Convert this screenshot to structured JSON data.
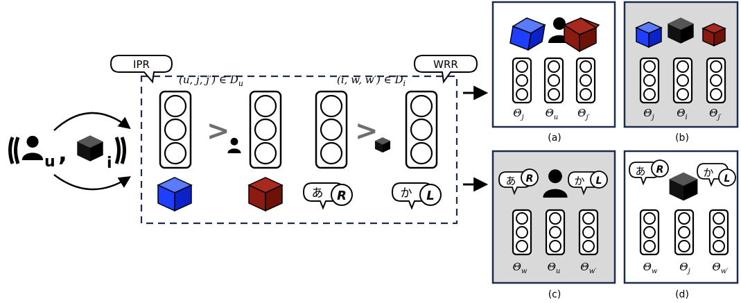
{
  "input_tuple": {
    "user_sub": "u",
    "item_sub": "i",
    "comma": ","
  },
  "main": {
    "ipr_label": "IPR",
    "wrr_label": "WRR",
    "ipr_set": "(u, j, j′) ∈ D",
    "ipr_set_sub": "u",
    "wrr_set": "(i, w, w′) ∈ D",
    "wrr_set_sub": "i",
    "greater_sign": ">"
  },
  "words": {
    "left": {
      "char": "あ",
      "letter": "R"
    },
    "right": {
      "char": "か",
      "letter": "L"
    }
  },
  "panels": {
    "a": {
      "caption": "(a)",
      "thetas": [
        {
          "base": "Θ",
          "sub": "j"
        },
        {
          "base": "Θ",
          "sub": "u"
        },
        {
          "base": "Θ",
          "sub": "j′"
        }
      ]
    },
    "b": {
      "caption": "(b)",
      "thetas": [
        {
          "base": "Θ",
          "sub": "j"
        },
        {
          "base": "Θ",
          "sub": "i"
        },
        {
          "base": "Θ",
          "sub": "j′"
        }
      ]
    },
    "c": {
      "caption": "(c)",
      "thetas": [
        {
          "base": "Θ",
          "sub": "w"
        },
        {
          "base": "Θ",
          "sub": "u"
        },
        {
          "base": "Θ",
          "sub": "w′"
        }
      ]
    },
    "d": {
      "caption": "(d)",
      "thetas": [
        {
          "base": "Θ",
          "sub": "w"
        },
        {
          "base": "Θ",
          "sub": "j"
        },
        {
          "base": "Θ",
          "sub": "w′"
        }
      ]
    }
  },
  "colors": {
    "blue_cube": "#1f3fff",
    "red_cube": "#8b1a10",
    "panel_border": "#1c2b4a",
    "gray_panel": "#d9d9d9",
    "gray_sign": "#6e6e6e"
  }
}
